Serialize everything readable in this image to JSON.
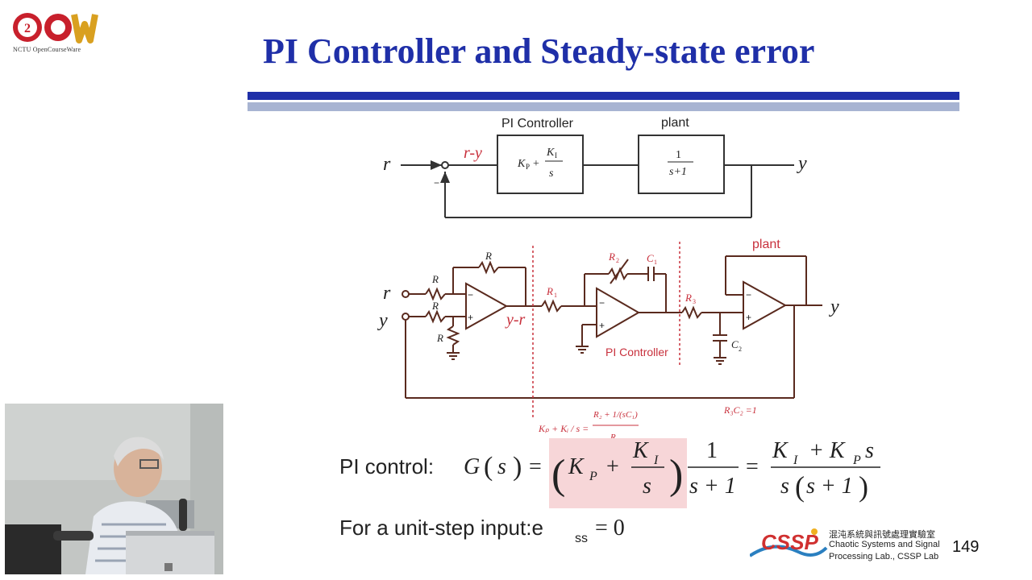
{
  "logo": {
    "caption": "NCTU OpenCourseWare"
  },
  "slide": {
    "title": "PI Controller and Steady-state error",
    "page_number": "149"
  },
  "block_diagram": {
    "input": "r",
    "error_signal": "r-y",
    "feedback_sign": "−",
    "controller_label": "PI Controller",
    "controller_kp": "K",
    "controller_kp_sub": "P",
    "controller_ki": "K",
    "controller_ki_sub": "I",
    "controller_s": "s",
    "plant_label": "plant",
    "plant_num": "1",
    "plant_den": "s+1",
    "output": "y"
  },
  "circuit": {
    "input_r": "r",
    "input_y": "y",
    "resistor": "R",
    "sub_out": "y-r",
    "minus": "−",
    "plus": "+",
    "r1": "R",
    "r1_sub": "1",
    "r2": "R",
    "r2_sub": "2",
    "c1": "C",
    "c1_sub": "1",
    "r3": "R",
    "r3_sub": "3",
    "c2": "C",
    "c2_sub": "2",
    "pi_controller_label": "PI Controller",
    "plant_label": "plant",
    "output": "y",
    "r3c2_condition": "R₃C₂ =1"
  },
  "equations": {
    "kp_ki_relation_lhs": "Kₚ + Kᵢ / s =",
    "kp_ki_relation_num": "R₂ + 1/(sC₁)",
    "kp_ki_relation_den": "R₁",
    "pi_control_prefix": "PI control:",
    "G": "G",
    "s": "s",
    "one": "1",
    "s_plus_1": "s + 1",
    "rhs_num": "K",
    "rhs_num_rest": "+ K",
    "unit_step_text": "For a unit-step input:e",
    "ess_sub": "ss",
    "ess_value": "= 0"
  },
  "lab": {
    "name_cn": "混沌系統與訊號處理實驗室",
    "name_en_1": "Chaotic Systems and Signal",
    "name_en_2": "Processing Lab., CSSP Lab",
    "logo_text": "CSSP"
  },
  "colors": {
    "title_blue": "#1f2fa8",
    "bar_light": "#a8b4d2",
    "circuit_brown": "#5a2a1e",
    "annotation_red": "#c8303c",
    "highlight_pink": "#f7d6d8"
  }
}
